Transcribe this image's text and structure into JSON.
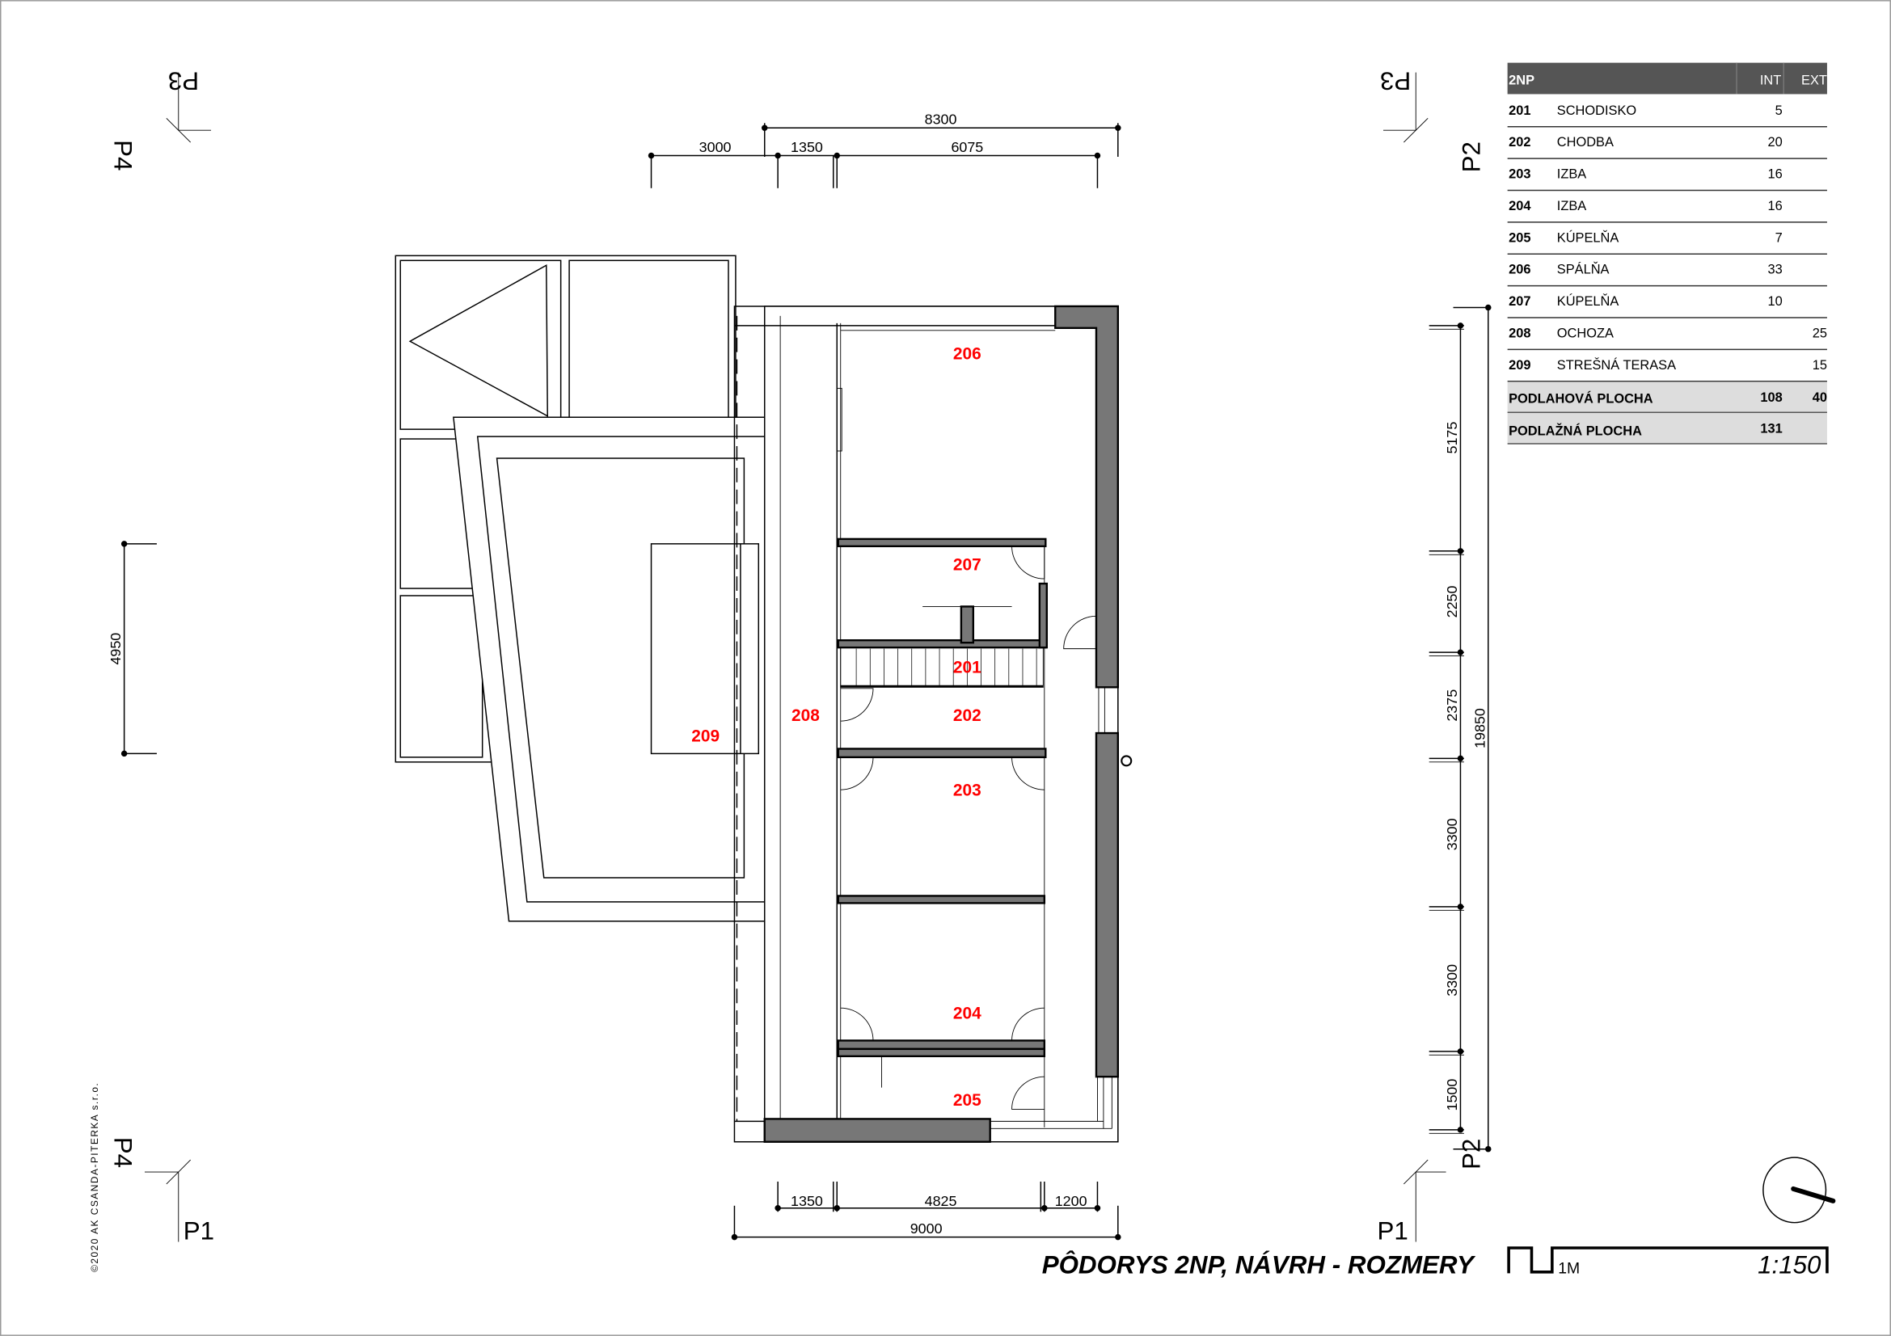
{
  "dimensions": {
    "top_total": "8300",
    "top_parts": [
      "3000",
      "1350",
      "6075"
    ],
    "bottom_parts": [
      "1350",
      "4825",
      "1200"
    ],
    "bottom_total": "9000",
    "left": "4950",
    "right_parts": [
      "5175",
      "2250",
      "2375",
      "3300",
      "3300",
      "1500"
    ],
    "right_total": "19850"
  },
  "sections": {
    "p1": "P1",
    "p2": "P2",
    "p3": "P3",
    "p4": "P4"
  },
  "rooms": [
    "201",
    "202",
    "203",
    "204",
    "205",
    "206",
    "207",
    "208",
    "209"
  ],
  "table": {
    "header": {
      "floor": "2NP",
      "int": "INT",
      "ext": "EXT"
    },
    "rows": [
      {
        "no": "201",
        "name": "SCHODISKO",
        "int": "5",
        "ext": ""
      },
      {
        "no": "202",
        "name": "CHODBA",
        "int": "20",
        "ext": ""
      },
      {
        "no": "203",
        "name": "IZBA",
        "int": "16",
        "ext": ""
      },
      {
        "no": "204",
        "name": "IZBA",
        "int": "16",
        "ext": ""
      },
      {
        "no": "205",
        "name": "KÚPELŇA",
        "int": "7",
        "ext": ""
      },
      {
        "no": "206",
        "name": "SPÁLŇA",
        "int": "33",
        "ext": ""
      },
      {
        "no": "207",
        "name": "KÚPELŇA",
        "int": "10",
        "ext": ""
      },
      {
        "no": "208",
        "name": "OCHOZA",
        "int": "",
        "ext": "25"
      },
      {
        "no": "209",
        "name": "STREŠNÁ TERASA",
        "int": "",
        "ext": "15"
      }
    ],
    "totals": [
      {
        "name": "PODLAHOVÁ PLOCHA",
        "int": "108",
        "ext": "40"
      },
      {
        "name": "PODLAŽNÁ PLOCHA",
        "int": "131",
        "ext": ""
      }
    ]
  },
  "title": "PÔDORYS 2NP, NÁVRH - ROZMERY",
  "scale_bar_label": "1M",
  "scale": "1:150",
  "copyright": "©2020 AK CSANDA-PITERKA s.r.o.",
  "colors": {
    "room_label": "#ff0000",
    "wall": "#777777",
    "table_header": "#555555",
    "table_total": "#dddddd"
  }
}
